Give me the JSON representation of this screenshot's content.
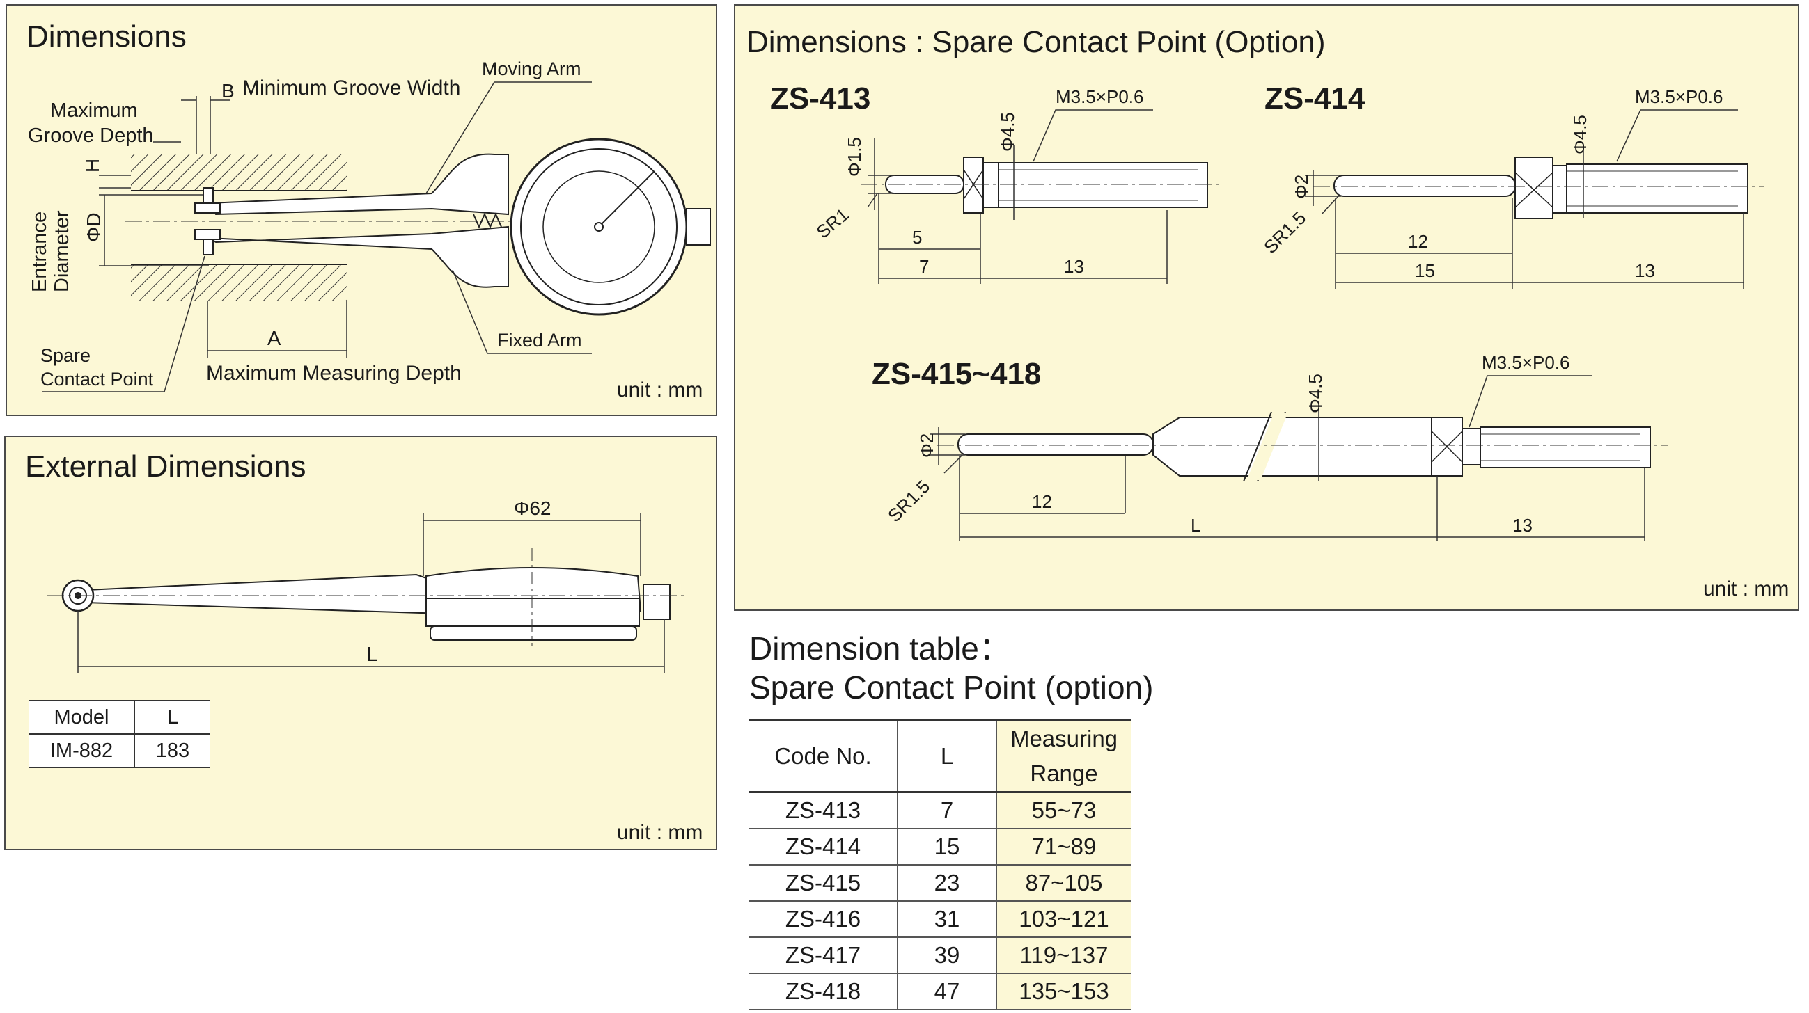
{
  "panel1": {
    "title": "Dimensions",
    "labels": {
      "b": "B",
      "min_groove": "Minimum Groove Width",
      "moving_arm": "Moving Arm",
      "max_groove_1": "Maximum",
      "max_groove_2": "Groove Depth",
      "h": "H",
      "phi_d": "ΦD",
      "entrance_1": "Entrance",
      "entrance_2": "Diameter",
      "a": "A",
      "max_depth": "Maximum Measuring Depth",
      "fixed_arm": "Fixed Arm",
      "spare_1": "Spare",
      "spare_2": "Contact Point"
    },
    "unit": "unit : mm"
  },
  "panel2": {
    "title": "External Dimensions",
    "phi62": "Φ62",
    "l": "L",
    "table": {
      "headers": [
        "Model",
        "L"
      ],
      "rows": [
        [
          "IM-882",
          "183"
        ]
      ]
    },
    "unit": "unit : mm"
  },
  "panel3": {
    "title": "Dimensions : Spare Contact Point (Option)",
    "zs413": {
      "name": "ZS-413",
      "thread": "M3.5×P0.6",
      "phi45": "Φ4.5",
      "phi15": "Φ1.5",
      "sr": "SR1",
      "d5": "5",
      "d7": "7",
      "d13": "13"
    },
    "zs414": {
      "name": "ZS-414",
      "thread": "M3.5×P0.6",
      "phi45": "Φ4.5",
      "phi2": "Φ2",
      "sr": "SR1.5",
      "d12": "12",
      "d15": "15",
      "d13": "13"
    },
    "zs415": {
      "name": "ZS-415~418",
      "thread": "M3.5×P0.6",
      "phi45": "Φ4.5",
      "phi2": "Φ2",
      "sr": "SR1.5",
      "d12": "12",
      "dl": "L",
      "d13": "13"
    },
    "unit": "unit : mm"
  },
  "dimtable": {
    "heading1": "Dimension table：",
    "heading2": "Spare Contact Point (option)",
    "headers": {
      "code": "Code No.",
      "l": "L",
      "range1": "Measuring",
      "range2": "Range"
    },
    "rows": [
      [
        "ZS-413",
        "7",
        "55~73"
      ],
      [
        "ZS-414",
        "15",
        "71~89"
      ],
      [
        "ZS-415",
        "23",
        "87~105"
      ],
      [
        "ZS-416",
        "31",
        "103~121"
      ],
      [
        "ZS-417",
        "39",
        "119~137"
      ],
      [
        "ZS-418",
        "47",
        "135~153"
      ]
    ]
  }
}
